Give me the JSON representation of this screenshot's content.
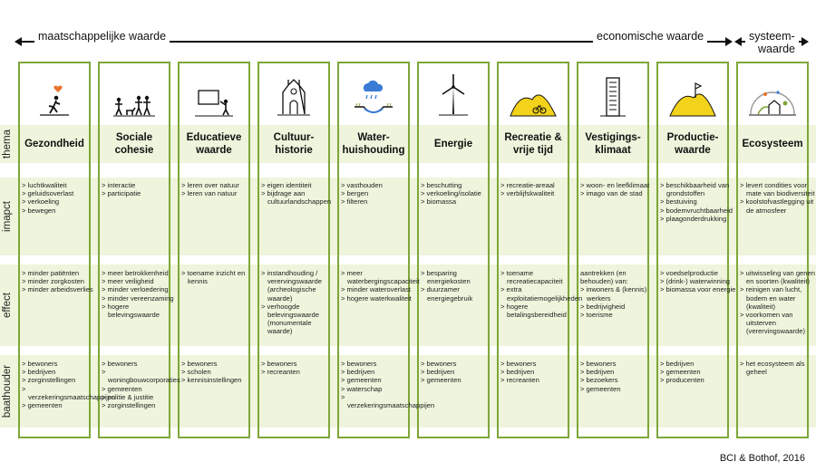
{
  "header": {
    "societal_value": "maatschappelijke waarde",
    "economic_value": "economische waarde",
    "system_value_line1": "systeem-",
    "system_value_line2": "waarde"
  },
  "rows": {
    "thema": "thema",
    "impact": "imapct",
    "effect": "effect",
    "stakeholder": "baathouder"
  },
  "columns": [
    {
      "title": "Gezondheid",
      "impact": [
        "luchtkwaliteit",
        "geluidsoverlast",
        "verkoeling",
        "bewegen"
      ],
      "effect": [
        "minder patiënten",
        "minder zorgkosten",
        "minder arbeidsverlies"
      ],
      "stakeholders": [
        "bewoners",
        "bedrijven",
        "zorginstellingen",
        "verzekeringsmaatschappijen",
        "gemeenten"
      ]
    },
    {
      "title": "Sociale cohesie",
      "impact": [
        "interactie",
        "participatie"
      ],
      "effect": [
        "meer betrokkenheid",
        "meer veiligheid",
        "minder verloedering",
        "minder vereenzaming",
        "hogere belevingswaarde"
      ],
      "stakeholders": [
        "bewoners",
        "woningbouwcorporaties",
        "gemeenten",
        "politie & justitie",
        "zorginstellingen"
      ]
    },
    {
      "title": "Educatieve waarde",
      "impact": [
        "leren over natuur",
        "leren van natuur"
      ],
      "effect": [
        "toename inzicht en kennis"
      ],
      "stakeholders": [
        "bewoners",
        "scholen",
        "kennisinstellingen"
      ]
    },
    {
      "title": "Cultuurhistorie",
      "impact": [
        "eigen identiteit",
        "bijdrage aan cultuurlandschappen"
      ],
      "effect": [
        "instandhouding / verervingswaarde (archeologische waarde)",
        "verhoogde belevingswaarde (monumentale waarde)"
      ],
      "stakeholders": [
        "bewoners",
        "recreanten"
      ]
    },
    {
      "title": "Waterhuishouding",
      "impact": [
        "vasthouden",
        "bergen",
        "filteren"
      ],
      "effect": [
        "meer waterbergingscapaciteit",
        "minder wateroverlast",
        "hogere waterkwaliteit"
      ],
      "stakeholders": [
        "bewoners",
        "bedrijven",
        "gemeenten",
        "waterschap",
        "verzekeringsmaatschappijen"
      ]
    },
    {
      "title": "Energie",
      "impact": [
        "beschutting",
        "verkoeling/isolatie",
        "biomassa"
      ],
      "effect": [
        "besparing energiekosten",
        "duurzamer energiegebruik"
      ],
      "stakeholders": [
        "bewoners",
        "bedrijven",
        "gemeenten"
      ]
    },
    {
      "title": "Recreatie & vrije tijd",
      "impact": [
        "recreatie-areaal",
        "verblijfskwaliteit"
      ],
      "effect": [
        "toename recreatiecapaciteit",
        "extra exploitatiemogelijkheden",
        "hogere betalingsbereidheid"
      ],
      "stakeholders": [
        "bewoners",
        "bedrijven",
        "recreanten"
      ]
    },
    {
      "title": "Vestigingsklimaat",
      "impact": [
        "woon- en leefklimaat",
        "imago van de stad"
      ],
      "effect_intro": "aantrekken (en behouden) van:",
      "effect": [
        "inwoners & (kennis) werkers",
        "bedrijvigheid",
        "toerisme"
      ],
      "stakeholders": [
        "bewoners",
        "bedrijven",
        "bezoekers",
        "gemeenten"
      ]
    },
    {
      "title": "Productiewaarde",
      "impact": [
        "beschikbaarheid van grondstoffen",
        "bestuiving",
        "bodemvruchtbaarheid",
        "plaagonderdrukking"
      ],
      "effect": [
        "voedselproductie",
        "(drink-) waterwinning",
        "biomassa voor energie"
      ],
      "stakeholders": [
        "bedrijven",
        "gemeenten",
        "producenten"
      ]
    },
    {
      "title": "Ecosysteem",
      "impact": [
        "levert condities voor mate van biodiversiteit",
        "koolstofvastlegging uit de atmosfeer"
      ],
      "effect": [
        "uitwisseling van genen en soorten (kwaliteit)",
        "reinigen van lucht, bodem en water (kwaliteit)",
        "voorkomen van uitsterven (verervingswaarde)"
      ],
      "stakeholders": [
        "het ecosysteem als geheel"
      ]
    }
  ],
  "titles_display": [
    [
      "Gezondheid"
    ],
    [
      "Sociale",
      "cohesie"
    ],
    [
      "Educatieve",
      "waarde"
    ],
    [
      "Cultuur-",
      "historie"
    ],
    [
      "Water-",
      "huishouding"
    ],
    [
      "Energie"
    ],
    [
      "Recreatie &",
      "vrije tijd"
    ],
    [
      "Vestigings-",
      "klimaat"
    ],
    [
      "Productie-",
      "waarde"
    ],
    [
      "Ecosysteem"
    ]
  ],
  "credit": "BCI & Bothof, 2016",
  "colors": {
    "accent_green": "#7fa63a",
    "band_green": "#eef5dc",
    "heart": "#e8742a",
    "hill_yellow": "#f2d21a",
    "rain_blue": "#3a7bd5"
  },
  "icons": [
    "runner-heart-icon",
    "people-dog-icon",
    "teacher-board-icon",
    "church-icon",
    "rain-cloud-water-icon",
    "wind-turbine-icon",
    "hills-bicycle-icon",
    "office-tower-icon",
    "hills-flag-icon",
    "ecosystem-dome-icon"
  ]
}
